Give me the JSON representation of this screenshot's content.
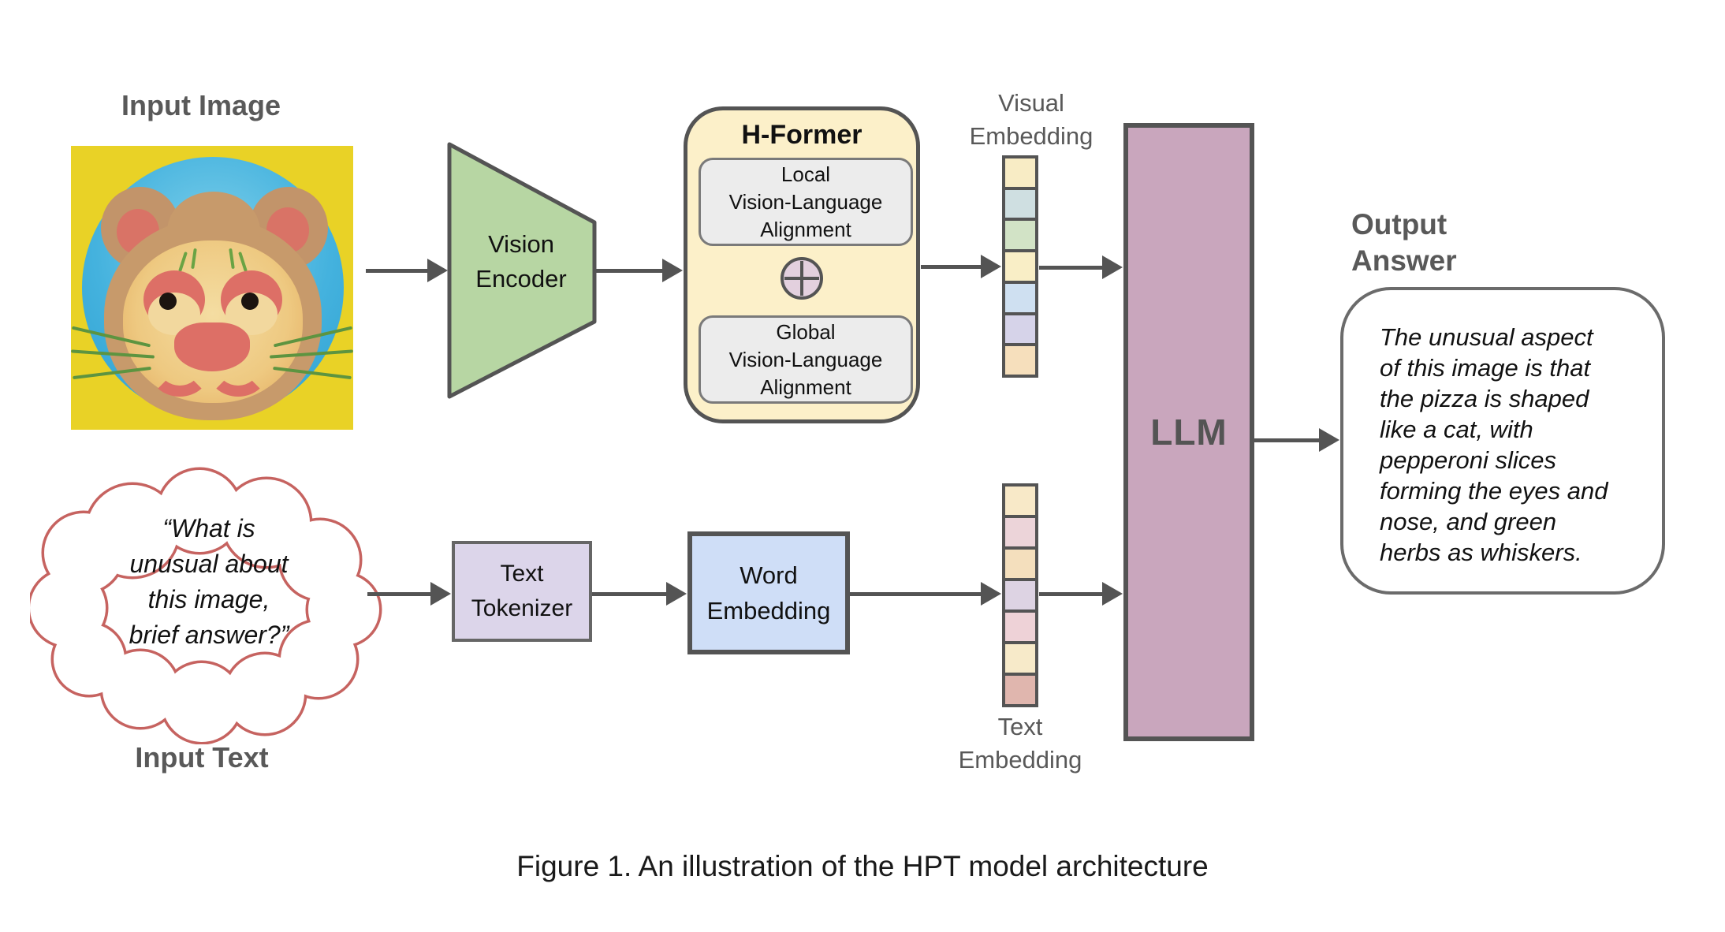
{
  "figure": {
    "caption": "Figure 1. An illustration of the HPT model architecture"
  },
  "vision_branch": {
    "input_image": {
      "label": "Input Image",
      "alt": "Cat-shaped pizza on a blue plate over a yellow background"
    },
    "vision_encoder": {
      "label": "Vision\nEncoder",
      "fill": "#b7d6a3"
    },
    "h_former": {
      "title": "H-Former",
      "local_alignment": "Local\nVision-Language\nAlignment",
      "global_alignment": "Global\nVision-Language\nAlignment",
      "combine_icon": "circled-plus",
      "fill": "#fcf0c9",
      "block_fill": "#ececec",
      "combine_fill": "#e3d0de"
    },
    "visual_embedding": {
      "label": "Visual\nEmbedding",
      "cell_colors": [
        "#f8ecc5",
        "#cfdfe1",
        "#d2e3c6",
        "#f9eec6",
        "#cfe0f1",
        "#d6d3e9",
        "#f6dfbc"
      ]
    }
  },
  "text_branch": {
    "input_text": {
      "label": "Input Text",
      "text": "“What is\nunusual about\nthis image,\nbrief answer?”",
      "outline_color": "#c66360"
    },
    "text_tokenizer": {
      "label": "Text\nTokenizer",
      "fill": "#dcd5ea"
    },
    "word_embedding": {
      "label": "Word\nEmbedding",
      "fill": "#cfdef7"
    },
    "text_embedding": {
      "label": "Text\nEmbedding",
      "cell_colors": [
        "#f8e9c8",
        "#ecd4d9",
        "#f4dfbd",
        "#ddd3e3",
        "#eed2d7",
        "#f7eac9",
        "#e0b6ae"
      ]
    }
  },
  "llm": {
    "label": "LLM",
    "fill": "#c9a6bd"
  },
  "output": {
    "label": "Output\nAnswer",
    "text": "The unusual aspect\nof this image is that\nthe pizza is shaped\nlike a cat, with\npepperoni slices\nforming the eyes and\nnose, and green\nherbs as whiskers."
  },
  "theme": {
    "label_gray": "#595959",
    "line_dark": "#545454",
    "background": "#ffffff"
  }
}
